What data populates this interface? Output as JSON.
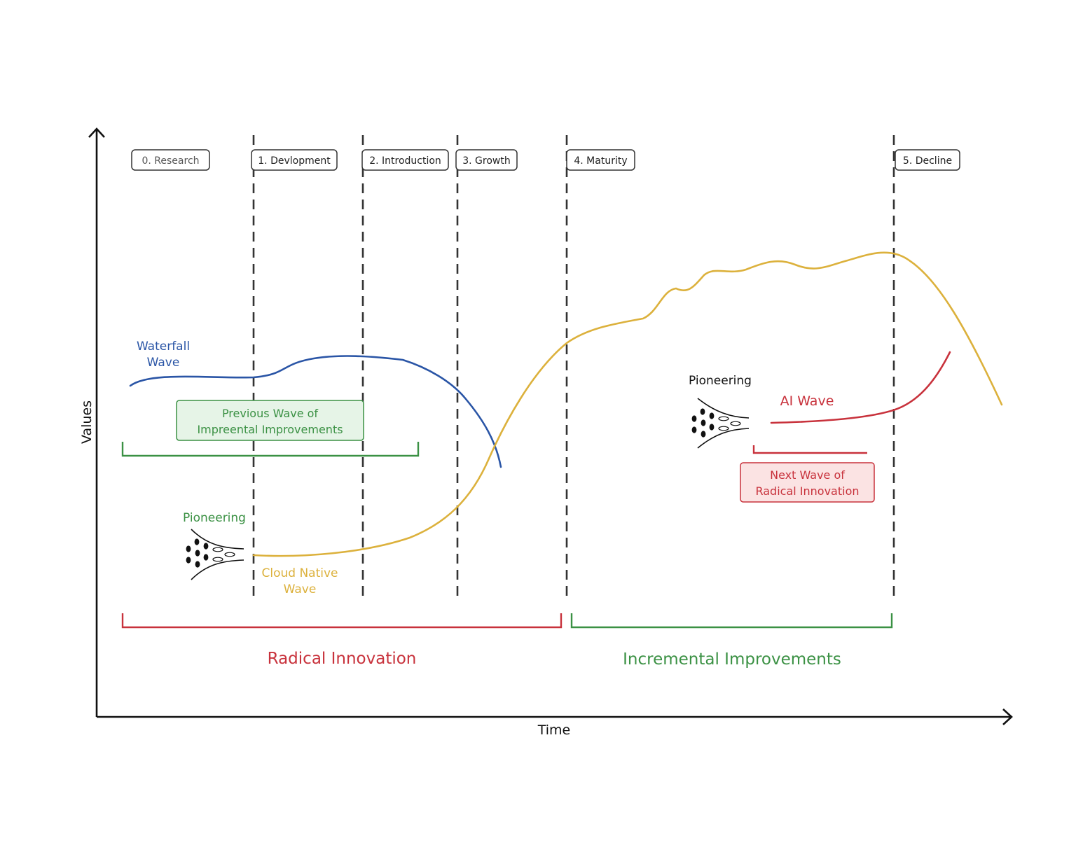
{
  "axes": {
    "x_label": "Time",
    "y_label": "Values"
  },
  "stages": [
    {
      "label": "0. Research"
    },
    {
      "label": "1. Devlopment"
    },
    {
      "label": "2. Introduction"
    },
    {
      "label": "3. Growth"
    },
    {
      "label": "4. Maturity"
    },
    {
      "label": "5. Decline"
    }
  ],
  "waves": {
    "waterfall": {
      "line1": "Waterfall",
      "line2": "Wave",
      "color": "#2a55a6"
    },
    "cloud_native": {
      "line1": "Cloud Native",
      "line2": "Wave",
      "color": "#dcb13c"
    },
    "ai": {
      "label": "AI Wave",
      "color": "#c8323c"
    }
  },
  "pioneering": {
    "left": "Pioneering",
    "right": "Pioneering"
  },
  "callouts": {
    "previous": {
      "line1": "Previous Wave of",
      "line2": "Impreental Improvements",
      "color": "#3b9144"
    },
    "next": {
      "line1": "Next Wave of",
      "line2": "Radical Innovation",
      "color": "#c8323c"
    }
  },
  "phases": {
    "radical": {
      "label": "Radical Innovation",
      "color": "#c8323c"
    },
    "incremental": {
      "label": "Incremental Improvements",
      "color": "#3b9144"
    }
  }
}
